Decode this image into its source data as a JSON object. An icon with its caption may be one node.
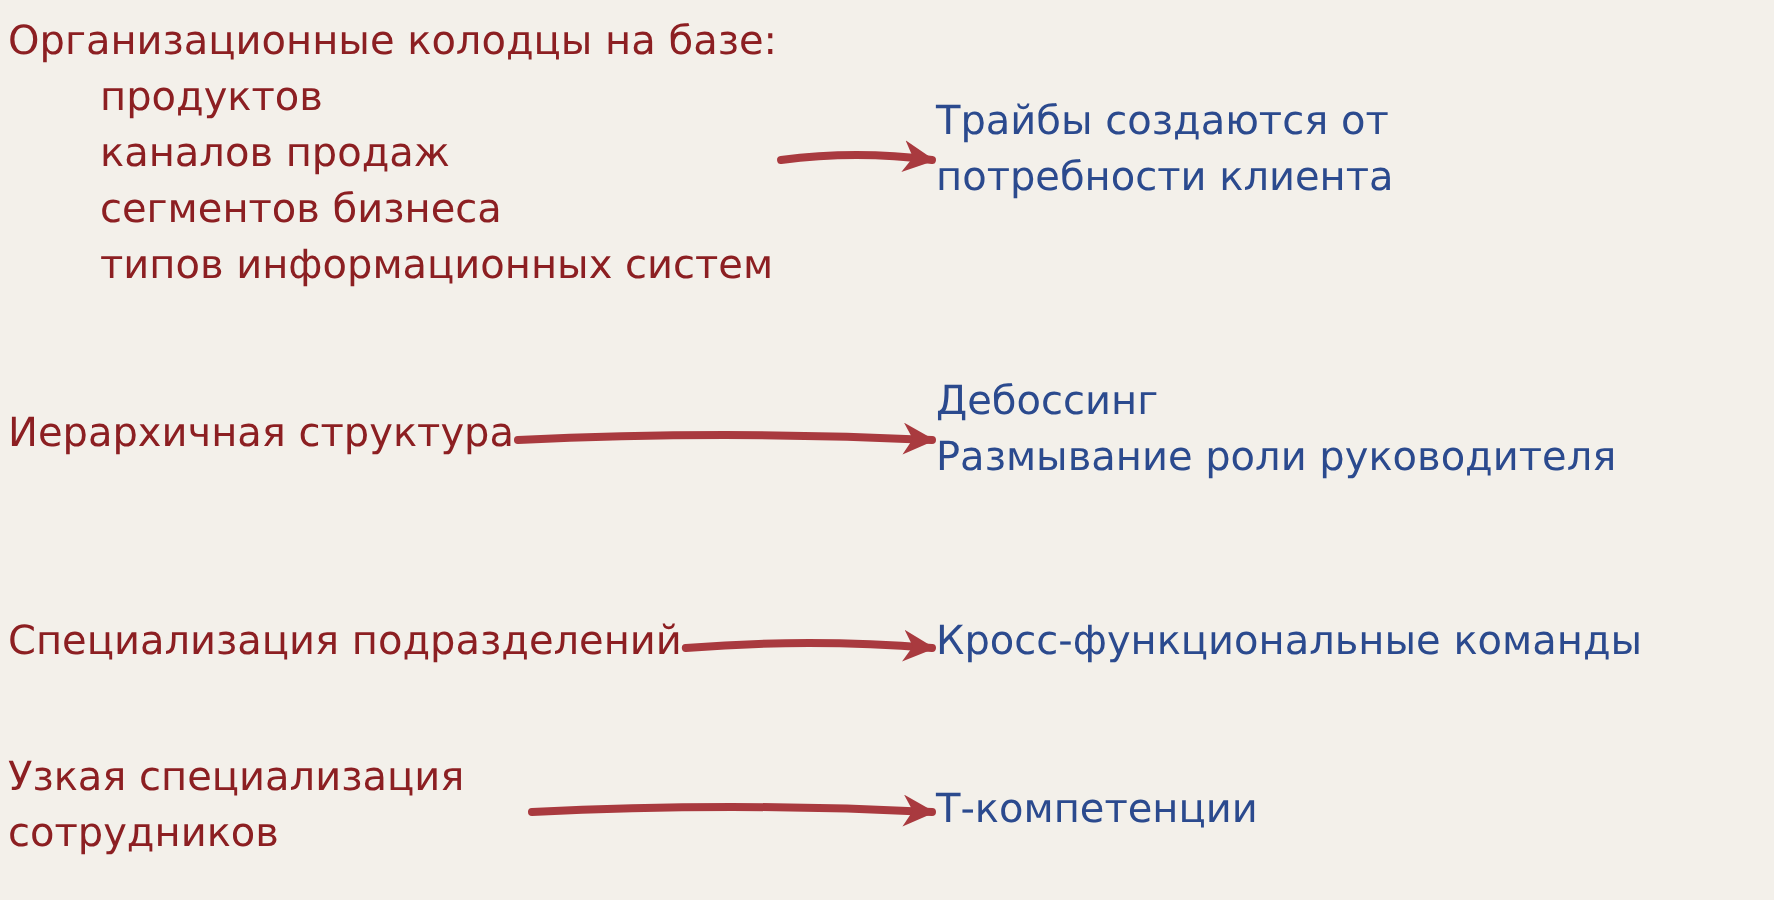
{
  "diagram": {
    "nodes": [
      {
        "text": [
          "Организационные колодцы на базе:",
          "продуктов",
          "каналов продаж",
          "сегментов бизнеса",
          "типов информационных систем"
        ]
      },
      {
        "text": [
          "Трайбы создаются от потребности клиента"
        ]
      },
      {
        "text": [
          "Иерархичная структура"
        ]
      },
      {
        "text": [
          "Дебоссинг",
          "Размывание роли руководителя"
        ]
      },
      {
        "text": [
          "Специализация подразделений"
        ]
      },
      {
        "text": [
          "Кросс-функциональные команды"
        ]
      },
      {
        "text": [
          "Узкая специализация сотрудников"
        ]
      },
      {
        "text": [
          "Т-компетенции"
        ]
      }
    ],
    "edges": [
      {
        "from": 0,
        "to": 1,
        "arrow": "to"
      },
      {
        "from": 2,
        "to": 3,
        "arrow": "to"
      },
      {
        "from": 4,
        "to": 5,
        "arrow": "to"
      },
      {
        "from": 6,
        "to": 7,
        "arrow": "to"
      }
    ]
  }
}
